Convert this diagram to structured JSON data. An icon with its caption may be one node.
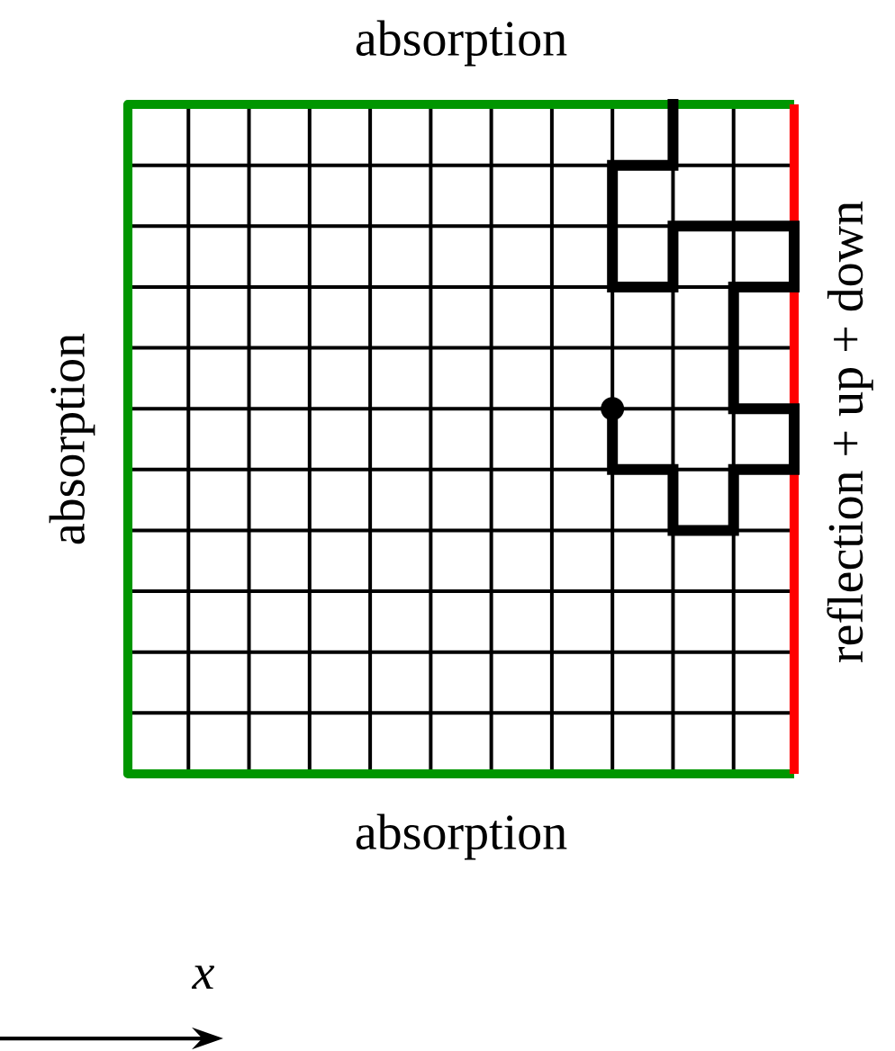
{
  "diagram": {
    "labels": [
      "absorption",
      "absorption",
      "reflection + up + down",
      "absorption",
      "x"
    ]
  }
}
